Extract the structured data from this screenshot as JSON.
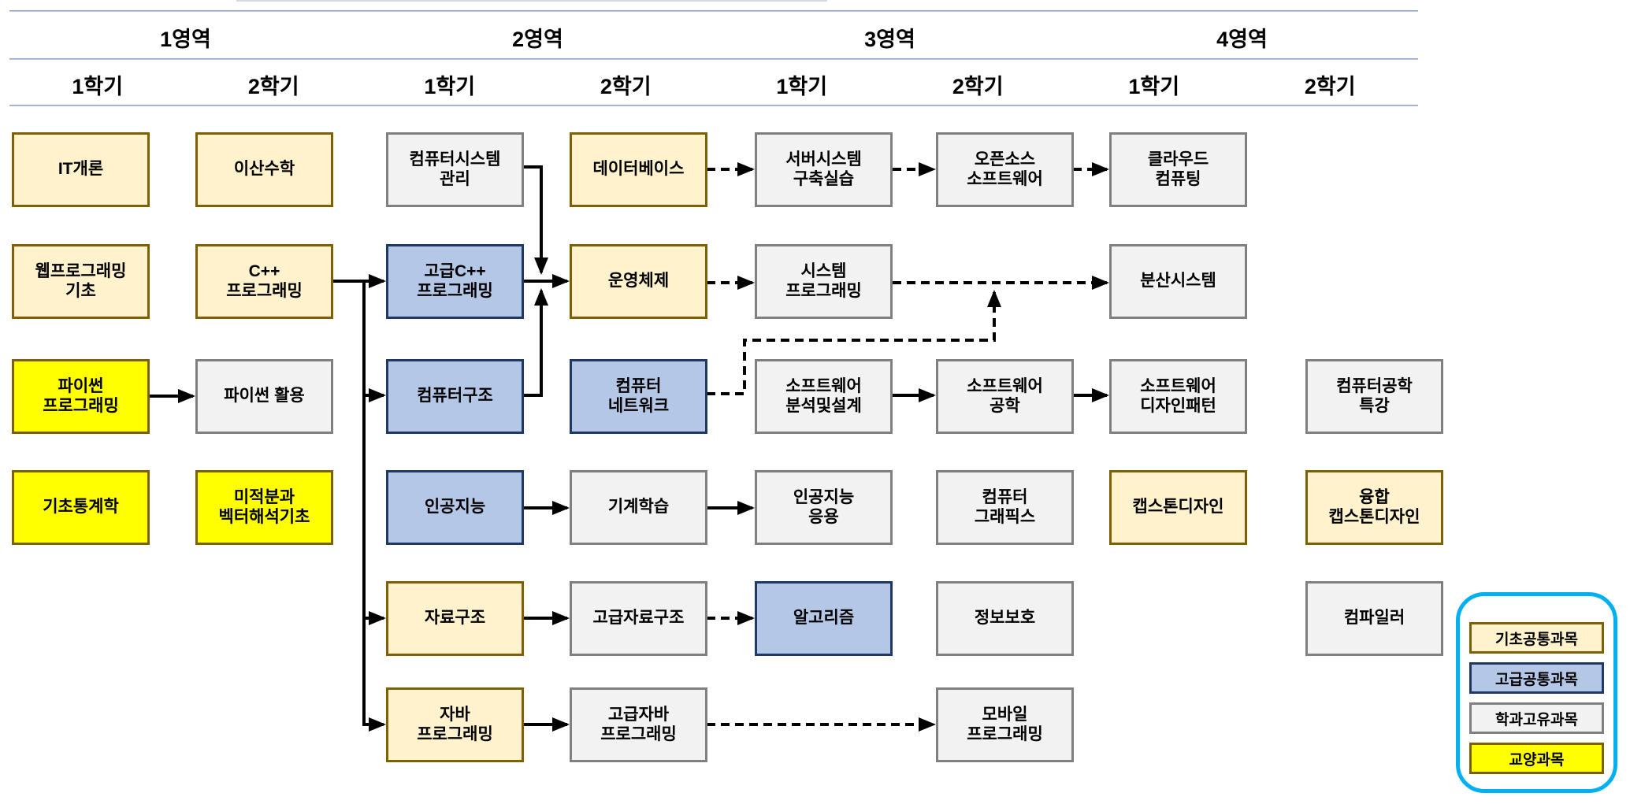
{
  "header": {
    "areas": [
      "1영역",
      "2영역",
      "3영역",
      "4영역"
    ],
    "semesters": [
      "1학기",
      "2학기",
      "1학기",
      "2학기",
      "1학기",
      "2학기",
      "1학기",
      "2학기"
    ]
  },
  "courses": [
    {
      "id": "it-intro",
      "label": "IT개론",
      "category": "basic",
      "col": 1,
      "row": 1
    },
    {
      "id": "web-programming-basics",
      "label": "웹프로그래밍\n기초",
      "category": "basic",
      "col": 1,
      "row": 2
    },
    {
      "id": "python-programming",
      "label": "파이썬\n프로그래밍",
      "category": "liberal",
      "col": 1,
      "row": 3
    },
    {
      "id": "basic-statistics",
      "label": "기초통계학",
      "category": "liberal",
      "col": 1,
      "row": 4
    },
    {
      "id": "discrete-math",
      "label": "이산수학",
      "category": "basic",
      "col": 2,
      "row": 1
    },
    {
      "id": "cpp-programming",
      "label": "C++\n프로그래밍",
      "category": "basic",
      "col": 2,
      "row": 2
    },
    {
      "id": "python-practice",
      "label": "파이썬 활용",
      "category": "dept",
      "col": 2,
      "row": 3
    },
    {
      "id": "calculus-vector-analysis",
      "label": "미적분과\n벡터해석기초",
      "category": "liberal",
      "col": 2,
      "row": 4
    },
    {
      "id": "computer-system-management",
      "label": "컴퓨터시스템\n관리",
      "category": "dept",
      "col": 3,
      "row": 1
    },
    {
      "id": "advanced-cpp-programming",
      "label": "고급C++\n프로그래밍",
      "category": "advanced",
      "col": 3,
      "row": 2
    },
    {
      "id": "computer-architecture",
      "label": "컴퓨터구조",
      "category": "advanced",
      "col": 3,
      "row": 3
    },
    {
      "id": "artificial-intelligence",
      "label": "인공지능",
      "category": "advanced",
      "col": 3,
      "row": 4
    },
    {
      "id": "data-structures",
      "label": "자료구조",
      "category": "basic",
      "col": 3,
      "row": 5
    },
    {
      "id": "java-programming",
      "label": "자바\n프로그래밍",
      "category": "basic",
      "col": 3,
      "row": 6
    },
    {
      "id": "database",
      "label": "데이터베이스",
      "category": "basic",
      "col": 4,
      "row": 1
    },
    {
      "id": "operating-systems",
      "label": "운영체제",
      "category": "basic",
      "col": 4,
      "row": 2
    },
    {
      "id": "computer-networks",
      "label": "컴퓨터\n네트워크",
      "category": "advanced",
      "col": 4,
      "row": 3
    },
    {
      "id": "machine-learning",
      "label": "기계학습",
      "category": "dept",
      "col": 4,
      "row": 4
    },
    {
      "id": "advanced-data-structures",
      "label": "고급자료구조",
      "category": "dept",
      "col": 4,
      "row": 5
    },
    {
      "id": "advanced-java-programming",
      "label": "고급자바\n프로그래밍",
      "category": "dept",
      "col": 4,
      "row": 6
    },
    {
      "id": "server-system-practice",
      "label": "서버시스템\n구축실습",
      "category": "dept",
      "col": 5,
      "row": 1
    },
    {
      "id": "system-programming",
      "label": "시스템\n프로그래밍",
      "category": "dept",
      "col": 5,
      "row": 2
    },
    {
      "id": "software-analysis-design",
      "label": "소프트웨어\n분석및설계",
      "category": "dept",
      "col": 5,
      "row": 3
    },
    {
      "id": "ai-applications",
      "label": "인공지능\n응용",
      "category": "dept",
      "col": 5,
      "row": 4
    },
    {
      "id": "algorithms",
      "label": "알고리즘",
      "category": "advanced",
      "col": 5,
      "row": 5
    },
    {
      "id": "open-source-software",
      "label": "오픈소스\n소프트웨어",
      "category": "dept",
      "col": 6,
      "row": 1
    },
    {
      "id": "software-engineering",
      "label": "소프트웨어\n공학",
      "category": "dept",
      "col": 6,
      "row": 3
    },
    {
      "id": "computer-graphics",
      "label": "컴퓨터\n그래픽스",
      "category": "dept",
      "col": 6,
      "row": 4
    },
    {
      "id": "information-security",
      "label": "정보보호",
      "category": "dept",
      "col": 6,
      "row": 5
    },
    {
      "id": "mobile-programming",
      "label": "모바일\n프로그래밍",
      "category": "dept",
      "col": 6,
      "row": 6
    },
    {
      "id": "cloud-computing",
      "label": "클라우드\n컴퓨팅",
      "category": "dept",
      "col": 7,
      "row": 1
    },
    {
      "id": "distributed-systems",
      "label": "분산시스템",
      "category": "dept",
      "col": 7,
      "row": 2
    },
    {
      "id": "software-design-patterns",
      "label": "소프트웨어\n디자인패턴",
      "category": "dept",
      "col": 7,
      "row": 3
    },
    {
      "id": "capstone-design",
      "label": "캡스톤디자인",
      "category": "basic",
      "col": 7,
      "row": 4
    },
    {
      "id": "computer-engineering-seminar",
      "label": "컴퓨터공학\n특강",
      "category": "dept",
      "col": 8,
      "row": 3
    },
    {
      "id": "convergence-capstone-design",
      "label": "융합\n캡스톤디자인",
      "category": "basic",
      "col": 8,
      "row": 4
    },
    {
      "id": "compiler",
      "label": "컴파일러",
      "category": "dept",
      "col": 8,
      "row": 5
    }
  ],
  "legend": {
    "items": [
      {
        "label": "기초공통과목",
        "category": "basic"
      },
      {
        "label": "고급공통과목",
        "category": "advanced"
      },
      {
        "label": "학과고유과목",
        "category": "dept"
      },
      {
        "label": "교양과목",
        "category": "liberal"
      }
    ]
  },
  "colors": {
    "basic": {
      "fill": "#FFF2CC",
      "border": "#7F6000"
    },
    "advanced": {
      "fill": "#B4C7E7",
      "border": "#1F3864"
    },
    "dept": {
      "fill": "#F2F2F2",
      "border": "#808080"
    },
    "liberal": {
      "fill": "#FFFF00",
      "border": "#7F6000"
    },
    "legend_border": "#00B0F0",
    "arrow": "#000000"
  }
}
